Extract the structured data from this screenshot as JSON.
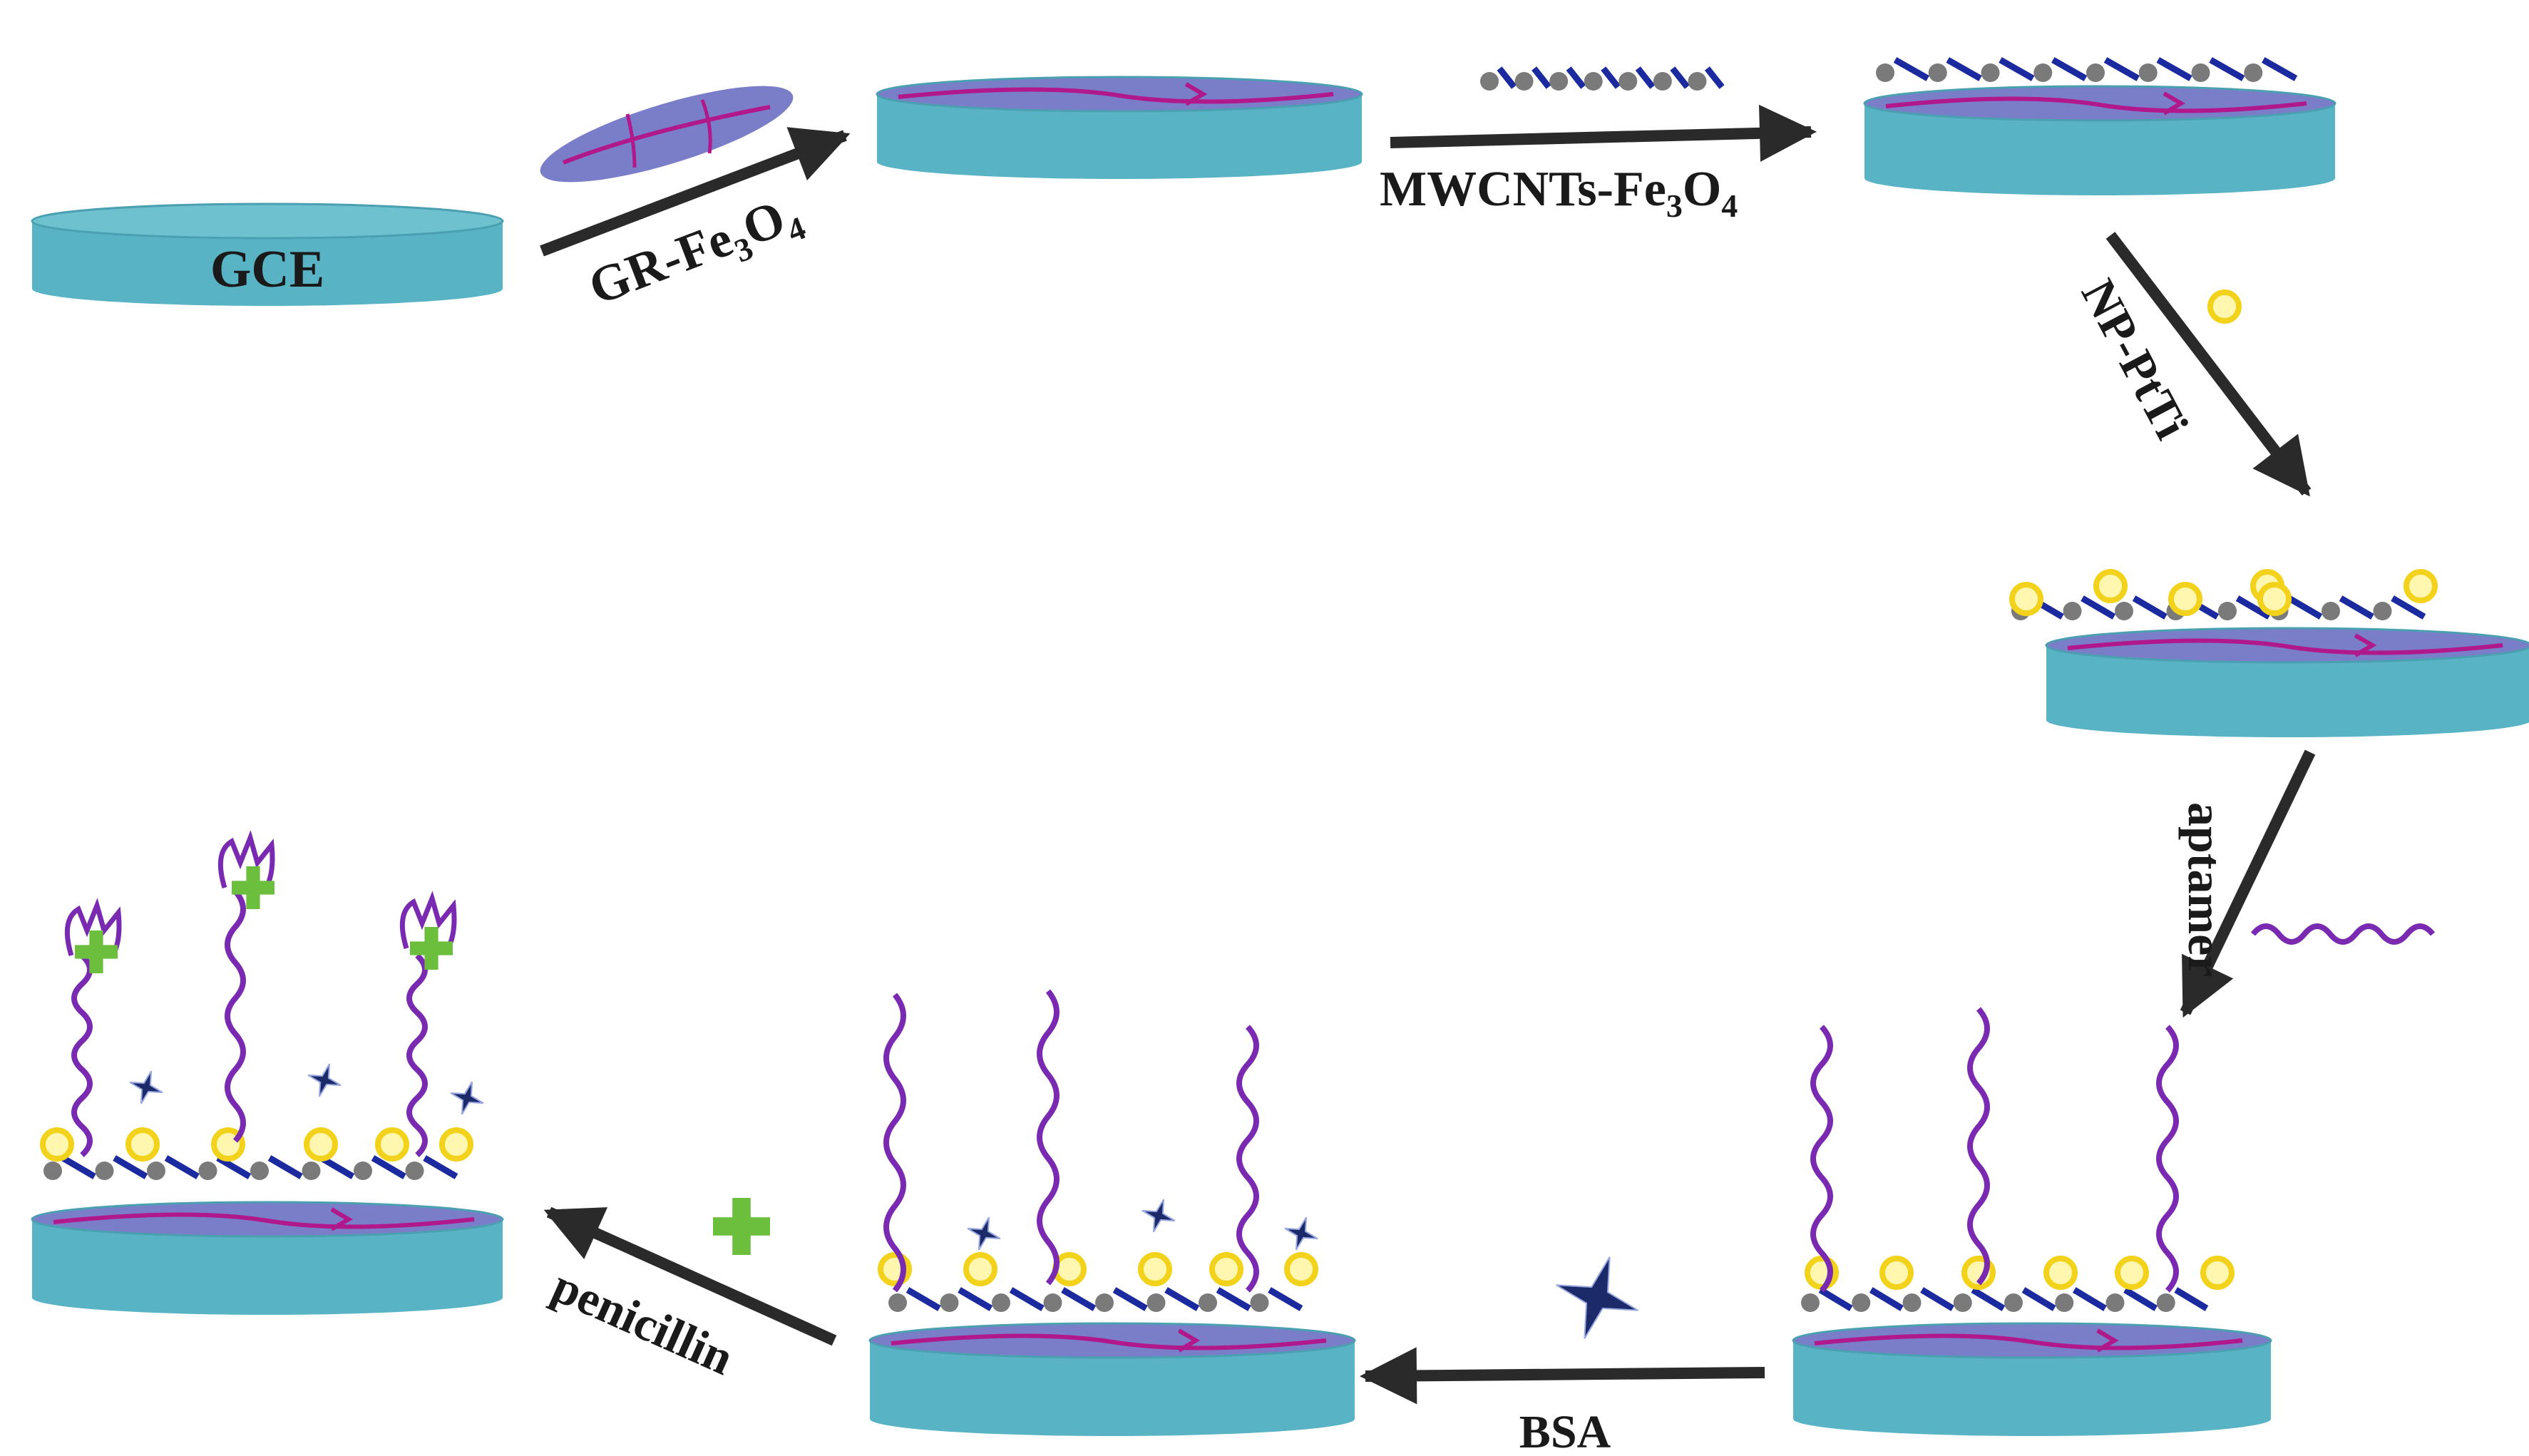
{
  "diagram": {
    "electrode_label": "GCE",
    "steps": [
      {
        "label": "GR-Fe",
        "sub": "3",
        "tail": "O",
        "sub2": "4"
      },
      {
        "label": "MWCNTs-Fe",
        "sub": "3",
        "tail": "O",
        "sub2": "4"
      },
      {
        "label": "NP-PtTi"
      },
      {
        "label": "aptamer"
      },
      {
        "label": "BSA"
      },
      {
        "label": "penicillin"
      }
    ],
    "colors": {
      "electrode_side": "#58b4c4",
      "electrode_top": "#7a7ec8",
      "graphene": "#b0188c",
      "cnt_rod": "#1c2aa0",
      "cnt_bead": "#7a7a7a",
      "nanoparticle": "#f2d21a",
      "aptamer": "#7a2ab0",
      "bsa": "#1c2a6a",
      "penicillin": "#6cbf3c",
      "arrow": "#2a2a2a"
    },
    "icons": [
      "glassy-carbon-electrode-icon",
      "graphene-sheet-icon",
      "cnt-chain-icon",
      "nanoparticle-icon",
      "aptamer-strand-icon",
      "bsa-star-icon",
      "penicillin-cross-icon"
    ]
  }
}
